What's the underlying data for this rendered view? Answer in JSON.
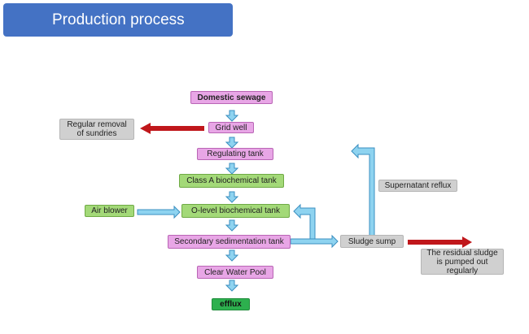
{
  "header": {
    "title": "Production process"
  },
  "nodes": {
    "domestic_sewage": "Domestic sewage",
    "grid_well": "Grid well",
    "regulating_tank": "Regulating tank",
    "class_a_tank": "Class A biochemical tank",
    "o_level_tank": "O-level biochemical tank",
    "secondary_tank": "Secondary sedimentation tank",
    "clear_water_pool": "Clear Water Pool",
    "efflux": "efflux",
    "regular_removal": "Regular removal\nof sundries",
    "air_blower": "Air blower",
    "sludge_sump": "Sludge sump",
    "supernatant_reflux": "Supernatant reflux",
    "residual_sludge": "The residual sludge\nis pumped out\nregularly"
  },
  "colors": {
    "banner": "#4472C4",
    "pink": "#E8A6E6",
    "green": "#A3D978",
    "dark_green": "#2DB04E",
    "gray": "#D0D0D0",
    "arrow_blue": "#8ED3F0",
    "arrow_blue_border": "#3B8FC0",
    "arrow_red": "#C0171B"
  }
}
